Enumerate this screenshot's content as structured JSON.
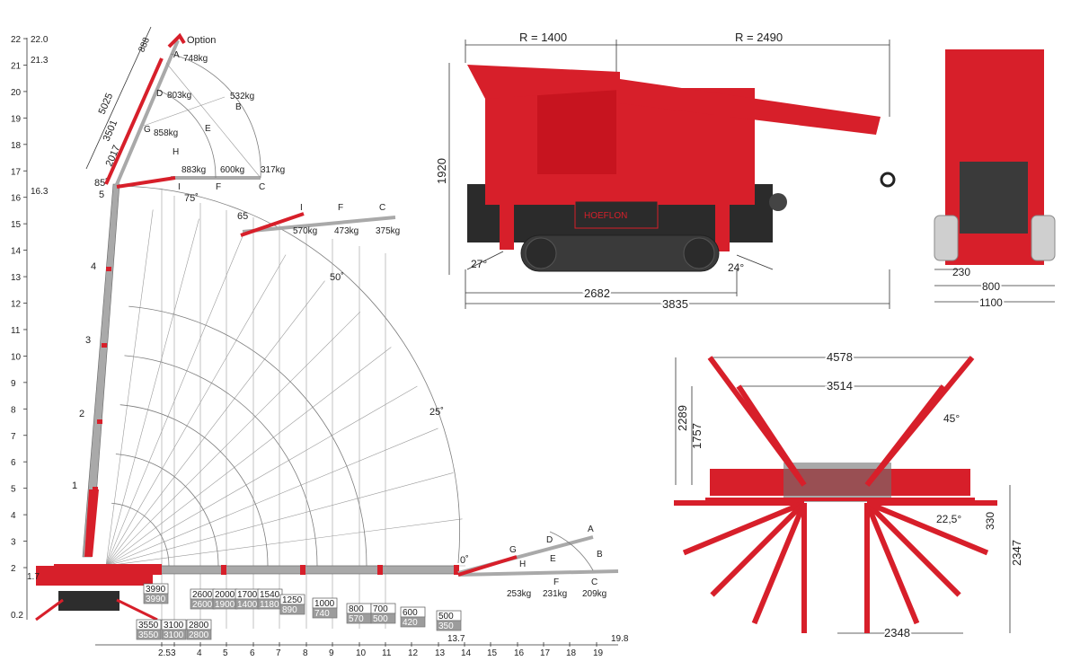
{
  "colors": {
    "crane_red": "#d71f2a",
    "boom_gray": "#a9a9a9",
    "line_gray": "#7d7d7d"
  },
  "height_scale": [
    "22",
    "21",
    "20",
    "19",
    "18",
    "17",
    "16",
    "15",
    "14",
    "13",
    "12",
    "11",
    "10",
    "9",
    "8",
    "7",
    "6",
    "5",
    "4",
    "3",
    "2"
  ],
  "height_marks": {
    "top": "22.0",
    "mid_top": "21.3",
    "mid": "16.3",
    "low": "1.7",
    "base": "0.2"
  },
  "radius_scale": [
    "2.5",
    "3",
    "4",
    "5",
    "6",
    "7",
    "8",
    "9",
    "10",
    "11",
    "12",
    "13",
    "14",
    "15",
    "16",
    "17",
    "18",
    "19"
  ],
  "radius_marks": {
    "end": "19.8",
    "mid": "13.7"
  },
  "angles": {
    "a75": "75˚",
    "a50": "50˚",
    "a25": "25˚",
    "a0": "0˚",
    "a65": "65",
    "a85": "85˚"
  },
  "boom_section_labels": [
    "1",
    "2",
    "3",
    "4",
    "5"
  ],
  "jib": {
    "option_label": "Option",
    "dims": {
      "d888": "888",
      "d5025": "5025",
      "d3501": "3501",
      "d2017": "2017"
    },
    "points": {
      "A": "A",
      "B": "B",
      "C": "C",
      "D": "D",
      "E": "E",
      "F": "F",
      "G": "G",
      "H": "H",
      "I": "I"
    },
    "loads_top": {
      "A": "748kg",
      "D": "803kg",
      "B": "532kg",
      "G": "858kg",
      "I": "883kg",
      "F": "600kg",
      "C": "317kg"
    },
    "loads_65": {
      "I": "570kg",
      "F": "473kg",
      "C": "375kg"
    },
    "loads_0": {
      "G": "253kg",
      "F": "231kg",
      "C": "209kg"
    }
  },
  "load_table": [
    {
      "top": "3990",
      "bottom": "3990"
    },
    {
      "top": "3550",
      "bottom": "3550"
    },
    {
      "top": "3100",
      "bottom": "3100"
    },
    {
      "top": "2800",
      "bottom": "2800"
    },
    {
      "top": "2600",
      "bottom": "2600"
    },
    {
      "top": "2000",
      "bottom": "1900"
    },
    {
      "top": "1700",
      "bottom": "1400"
    },
    {
      "top": "1540",
      "bottom": "1180"
    },
    {
      "top": "1250",
      "bottom": "890"
    },
    {
      "top": "1000",
      "bottom": "740"
    },
    {
      "top": "800",
      "bottom": "570"
    },
    {
      "top": "700",
      "bottom": "500"
    },
    {
      "top": "600",
      "bottom": "420"
    },
    {
      "top": "500",
      "bottom": "350"
    }
  ],
  "side_view": {
    "r_left": "R = 1400",
    "r_right": "R = 2490",
    "height": "1920",
    "angle_left": "27°",
    "angle_right": "24°",
    "len_inner": "2682",
    "len_total": "3835",
    "brand": "HOEFLON"
  },
  "front_view": {
    "track": "230",
    "inner": "800",
    "total": "1100"
  },
  "top_view": {
    "span_outer": "4578",
    "span_inner": "3514",
    "depth_outer": "2289",
    "depth_inner": "1757",
    "angle_45": "45°",
    "angle_22": "22,5°",
    "offset": "330",
    "rear_depth": "2347",
    "rear_span": "2348"
  }
}
